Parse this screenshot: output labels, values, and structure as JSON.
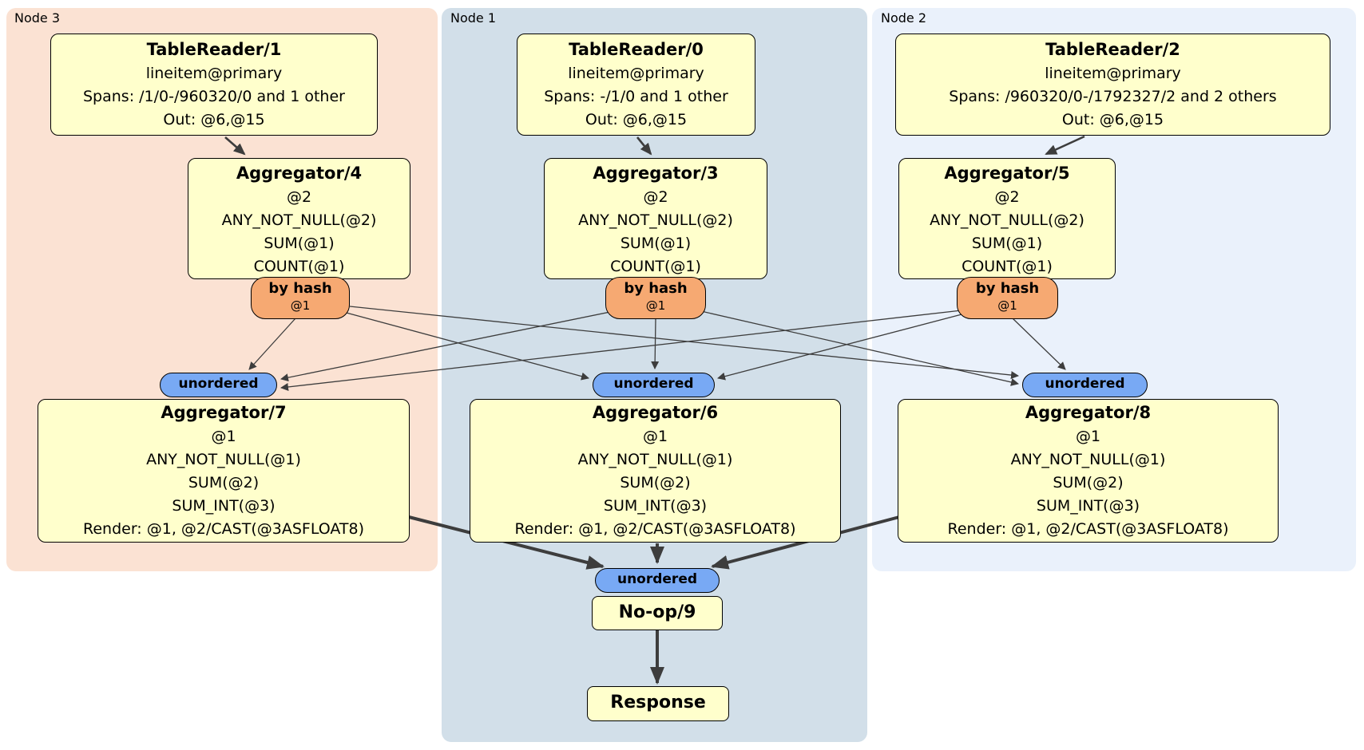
{
  "panels": [
    {
      "id": "node3",
      "label": "Node 3"
    },
    {
      "id": "node1",
      "label": "Node 1"
    },
    {
      "id": "node2",
      "label": "Node 2"
    }
  ],
  "nodes": {
    "tr1": {
      "title": "TableReader/1",
      "lines": [
        "lineitem@primary",
        "Spans: /1/0-/960320/0 and 1 other",
        "Out: @6,@15"
      ]
    },
    "tr0": {
      "title": "TableReader/0",
      "lines": [
        "lineitem@primary",
        "Spans: -/1/0 and 1 other",
        "Out: @6,@15"
      ]
    },
    "tr2": {
      "title": "TableReader/2",
      "lines": [
        "lineitem@primary",
        "Spans: /960320/0-/1792327/2 and 2 others",
        "Out: @6,@15"
      ]
    },
    "agg4": {
      "title": "Aggregator/4",
      "lines": [
        "@2",
        "ANY_NOT_NULL(@2)",
        "SUM(@1)",
        "COUNT(@1)"
      ]
    },
    "agg3": {
      "title": "Aggregator/3",
      "lines": [
        "@2",
        "ANY_NOT_NULL(@2)",
        "SUM(@1)",
        "COUNT(@1)"
      ]
    },
    "agg5": {
      "title": "Aggregator/5",
      "lines": [
        "@2",
        "ANY_NOT_NULL(@2)",
        "SUM(@1)",
        "COUNT(@1)"
      ]
    },
    "agg7": {
      "title": "Aggregator/7",
      "lines": [
        "@1",
        "ANY_NOT_NULL(@1)",
        "SUM(@2)",
        "SUM_INT(@3)",
        "Render: @1, @2/CAST(@3ASFLOAT8)"
      ]
    },
    "agg6": {
      "title": "Aggregator/6",
      "lines": [
        "@1",
        "ANY_NOT_NULL(@1)",
        "SUM(@2)",
        "SUM_INT(@3)",
        "Render: @1, @2/CAST(@3ASFLOAT8)"
      ]
    },
    "agg8": {
      "title": "Aggregator/8",
      "lines": [
        "@1",
        "ANY_NOT_NULL(@1)",
        "SUM(@2)",
        "SUM_INT(@3)",
        "Render: @1, @2/CAST(@3ASFLOAT8)"
      ]
    },
    "router4": {
      "title": "by hash",
      "sub": "@1"
    },
    "router3": {
      "title": "by hash",
      "sub": "@1"
    },
    "router5": {
      "title": "by hash",
      "sub": "@1"
    },
    "sync7": {
      "label": "unordered"
    },
    "sync6": {
      "label": "unordered"
    },
    "sync8": {
      "label": "unordered"
    },
    "sync9": {
      "label": "unordered"
    },
    "noop9": {
      "title": "No-op/9"
    },
    "response": {
      "title": "Response"
    }
  },
  "edges": [
    {
      "from": "tablereader1",
      "to": "aggregator4"
    },
    {
      "from": "tablereader0",
      "to": "aggregator3"
    },
    {
      "from": "tablereader2",
      "to": "aggregator5"
    },
    {
      "from": "router4",
      "to": "sync7"
    },
    {
      "from": "router4",
      "to": "sync6"
    },
    {
      "from": "router4",
      "to": "sync8"
    },
    {
      "from": "router3",
      "to": "sync7"
    },
    {
      "from": "router3",
      "to": "sync6"
    },
    {
      "from": "router3",
      "to": "sync8"
    },
    {
      "from": "router5",
      "to": "sync7"
    },
    {
      "from": "router5",
      "to": "sync6"
    },
    {
      "from": "router5",
      "to": "sync8"
    },
    {
      "from": "aggregator7",
      "to": "sync9"
    },
    {
      "from": "aggregator6",
      "to": "sync9"
    },
    {
      "from": "aggregator8",
      "to": "sync9"
    },
    {
      "from": "noop9",
      "to": "response"
    }
  ],
  "colors": {
    "node3_bg": "#fbe2d3",
    "node1_bg": "#d2dfe9",
    "node2_bg": "#eaf1fb",
    "processor_bg": "#ffffcc",
    "router_bg": "#f6a972",
    "sync_bg": "#78a9f4",
    "edge": "#3d3d3d"
  }
}
